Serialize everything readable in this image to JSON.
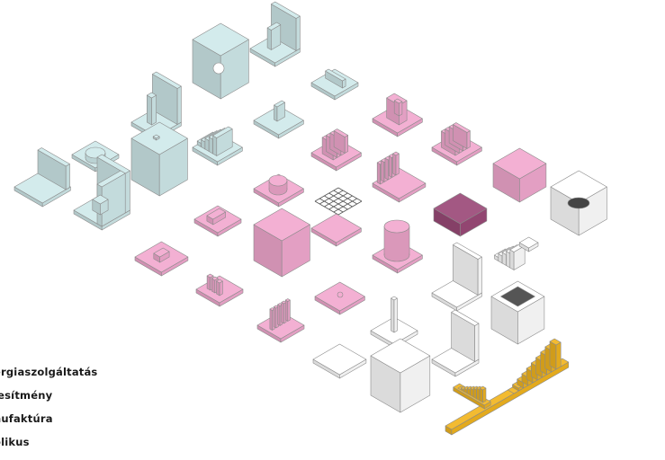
{
  "legend": {
    "items": [
      {
        "label": "ergiaszolgáltatás"
      },
      {
        "label": "jesítmény"
      },
      {
        "label": "nufaktúra"
      },
      {
        "label": "olikus"
      }
    ]
  },
  "colors": {
    "blue": "#cfe9ea",
    "pink": "#f2a9cf",
    "white": "#ffffff",
    "dark_purple": "#9b4a78",
    "gold": "#f2b51f",
    "outline": "#8a8a8a"
  },
  "elements": [
    {
      "name": "blue-wall-pad-icon",
      "color": "blue"
    },
    {
      "name": "blue-disc-pad-icon",
      "color": "blue"
    },
    {
      "name": "blue-column-wall-icon",
      "color": "blue"
    },
    {
      "name": "blue-cube-window-icon",
      "color": "blue"
    },
    {
      "name": "blue-l-wall-icon",
      "color": "blue"
    },
    {
      "name": "blue-open-box-icon",
      "color": "blue"
    },
    {
      "name": "blue-corner-box-icon",
      "color": "blue"
    },
    {
      "name": "blue-stairs-icon",
      "color": "blue"
    },
    {
      "name": "blue-fin-pad-icon",
      "color": "blue"
    },
    {
      "name": "blue-rail-pad-icon",
      "color": "blue"
    },
    {
      "name": "pink-blocks-icon",
      "color": "pink"
    },
    {
      "name": "pink-ribbed-block-icon",
      "color": "pink"
    },
    {
      "name": "pink-drum-icon",
      "color": "pink"
    },
    {
      "name": "pink-small-pad-icon",
      "color": "pink"
    },
    {
      "name": "pink-wall-pad-icon",
      "color": "pink"
    },
    {
      "name": "pink-ribbed-pad-icon",
      "color": "pink"
    },
    {
      "name": "pink-bars-pad-icon",
      "color": "pink"
    },
    {
      "name": "pink-cube-icon",
      "color": "pink"
    },
    {
      "name": "grid-mesh-icon",
      "color": "white"
    },
    {
      "name": "pink-cylinder-icon",
      "color": "pink"
    },
    {
      "name": "pink-cross-block-icon",
      "color": "pink"
    },
    {
      "name": "purple-slab-icon",
      "color": "dark_purple"
    },
    {
      "name": "pink-pillars-icon",
      "color": "pink"
    },
    {
      "name": "pink-fence-icon",
      "color": "pink"
    },
    {
      "name": "pink-dot-pad-icon",
      "color": "pink"
    },
    {
      "name": "white-wall-pad-icon",
      "color": "white"
    },
    {
      "name": "white-cube-hole-icon",
      "color": "white"
    },
    {
      "name": "white-stairs-icon",
      "color": "white"
    },
    {
      "name": "white-pole-icon",
      "color": "white"
    },
    {
      "name": "white-open-cube-icon",
      "color": "white"
    },
    {
      "name": "white-tall-wall-icon",
      "color": "white"
    },
    {
      "name": "white-pad-icon",
      "color": "white"
    },
    {
      "name": "white-cube-icon",
      "color": "white"
    },
    {
      "name": "gold-ramp-icon",
      "color": "gold"
    }
  ]
}
